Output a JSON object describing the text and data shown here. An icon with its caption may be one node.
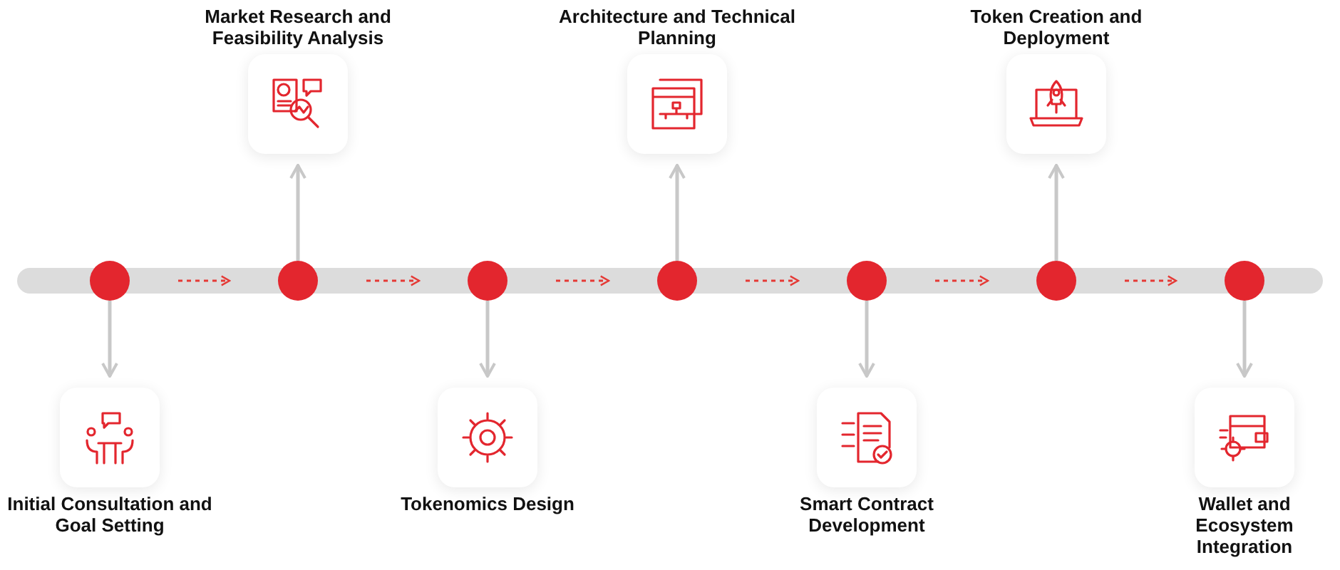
{
  "diagram": {
    "nodes": [
      {
        "text": [],
        "shape": "circle"
      },
      {
        "text": [
          "Initial Consultation and Goal Setting"
        ]
      },
      {
        "text": [],
        "shape": "circle"
      },
      {
        "text": [
          "Market Research and Feasibility Analysis"
        ]
      },
      {
        "text": [],
        "shape": "circle"
      },
      {
        "text": [
          "Tokenomics Design"
        ]
      },
      {
        "text": [],
        "shape": "circle"
      },
      {
        "text": [
          "Architecture and Technical Planning"
        ]
      },
      {
        "text": [],
        "shape": "circle"
      },
      {
        "text": [
          "Smart Contract Development"
        ]
      },
      {
        "text": [],
        "shape": "circle"
      },
      {
        "text": [
          "Token Creation and Deployment"
        ]
      },
      {
        "text": [],
        "shape": "circle"
      },
      {
        "text": [
          "Wallet and Ecosystem Integration"
        ]
      }
    ],
    "edges": [
      {
        "from": 0,
        "to": 1,
        "arrow": "to"
      },
      {
        "from": 0,
        "to": 2,
        "arrow": "to",
        "style": "dashed",
        "color": "#e53935"
      },
      {
        "from": 2,
        "to": 3,
        "arrow": "to"
      },
      {
        "from": 2,
        "to": 4,
        "arrow": "to",
        "style": "dashed",
        "color": "#e53935"
      },
      {
        "from": 4,
        "to": 5,
        "arrow": "to"
      },
      {
        "from": 4,
        "to": 6,
        "arrow": "to",
        "style": "dashed",
        "color": "#e53935"
      },
      {
        "from": 6,
        "to": 7,
        "arrow": "to"
      },
      {
        "from": 6,
        "to": 8,
        "arrow": "to",
        "style": "dashed",
        "color": "#e53935"
      },
      {
        "from": 8,
        "to": 9,
        "arrow": "to"
      },
      {
        "from": 8,
        "to": 10,
        "arrow": "to",
        "style": "dashed",
        "color": "#e53935"
      },
      {
        "from": 10,
        "to": 11,
        "arrow": "to"
      },
      {
        "from": 10,
        "to": 12,
        "arrow": "to",
        "style": "dashed",
        "color": "#e53935"
      },
      {
        "from": 12,
        "to": 13,
        "arrow": "to"
      }
    ]
  }
}
